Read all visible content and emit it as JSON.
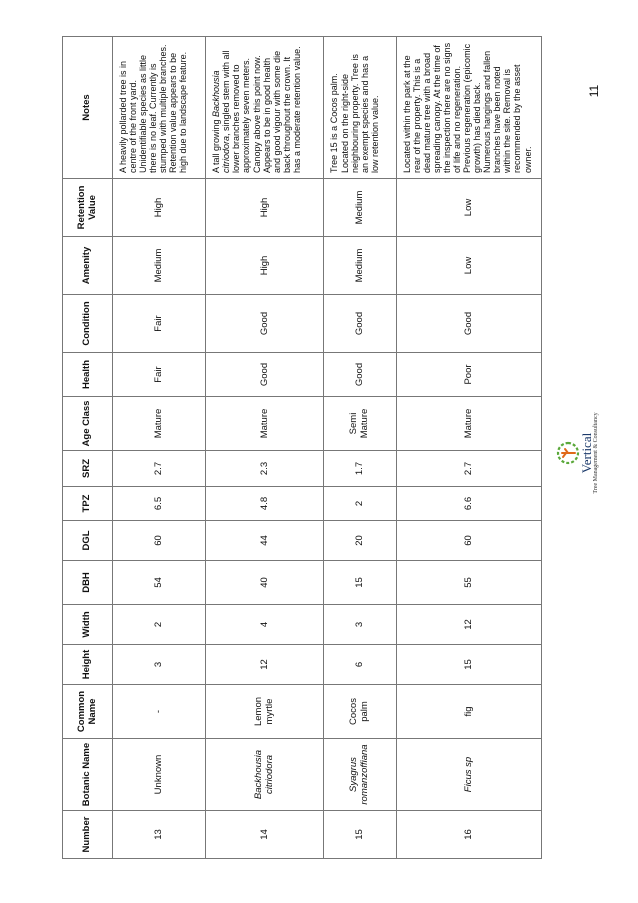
{
  "page": {
    "number": "11"
  },
  "logo": {
    "name": "Vertical",
    "tagline": "Tree Management & Consultancy",
    "icon": "tree-logo-icon"
  },
  "table": {
    "headers": [
      "Number",
      "Botanic Name",
      "Common Name",
      "Height",
      "Width",
      "DBH",
      "DGL",
      "TPZ",
      "SRZ",
      "Age Class",
      "Health",
      "Condition",
      "Amenity",
      "Retention Value",
      "Notes"
    ],
    "rows": [
      {
        "number": "13",
        "botanic": "Unknown",
        "botanic_italic": false,
        "common": "-",
        "height": "3",
        "width": "2",
        "dbh": "54",
        "dgl": "60",
        "tpz": "6.5",
        "srz": "2.7",
        "age": "Mature",
        "health": "Fair",
        "condition": "Fair",
        "amenity": "Medium",
        "retention": "High",
        "notes": "A heavily pollarded tree is in centre of the front yard. Unidentifiable species as little there is no leaf. Currently is stumped with multiple branches. Retention value appears to be high due to landscape feature."
      },
      {
        "number": "14",
        "botanic": "Backhousia citriodora",
        "botanic_italic": true,
        "common": "Lemon myrtle",
        "height": "12",
        "width": "4",
        "dbh": "40",
        "dgl": "44",
        "tpz": "4.8",
        "srz": "2.3",
        "age": "Mature",
        "health": "Good",
        "condition": "Good",
        "amenity": "High",
        "retention": "High",
        "notes_prefix": "A tall growing ",
        "notes_species": "Backhousia citriodora",
        "notes": ", singled stem with all lower branches removed to approximately seven meters. Canopy above this point now. Appears to be in good health and good vigour with some die back throughout the crown. It has a moderate retention value."
      },
      {
        "number": "15",
        "botanic": "Syagrus romanzoffiana",
        "botanic_italic": true,
        "common": "Cocos palm",
        "height": "6",
        "width": "3",
        "dbh": "15",
        "dgl": "20",
        "tpz": "2",
        "srz": "1.7",
        "age": "Semi Mature",
        "health": "Good",
        "condition": "Good",
        "amenity": "Medium",
        "retention": "Medium",
        "notes": "Tree 15 is a Cocos palm. Located on the right-side neighbouring property. Tree is an exempt species and has a low retention value."
      },
      {
        "number": "16",
        "botanic": "Ficus sp",
        "botanic_italic": true,
        "common": "fig",
        "height": "15",
        "width": "12",
        "dbh": "55",
        "dgl": "60",
        "tpz": "6.6",
        "srz": "2.7",
        "age": "Mature",
        "health": "Poor",
        "condition": "Good",
        "amenity": "Low",
        "retention": "Low",
        "notes": "Located within the park at the rear of the property. This is a dead mature tree with a broad spreading canopy. At the time of the inspection there are no signs of life and no regeneration. Previous regeneration (epicomic growth) has died back. Numerous hangings and fallen branches have been noted within the site. Removal is recommended by the asset owner."
      }
    ]
  }
}
